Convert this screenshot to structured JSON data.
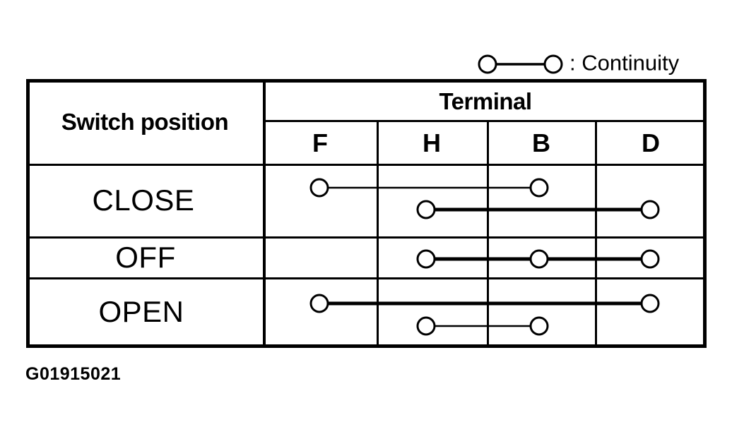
{
  "page": {
    "ink_color": "#000000",
    "paper_color": "#ffffff"
  },
  "legend": {
    "symbol": "circle-line-circle",
    "label": ": Continuity"
  },
  "table": {
    "row_header": "Switch position",
    "column_group_header": "Terminal",
    "terminals": [
      "F",
      "H",
      "B",
      "D"
    ],
    "rows": [
      {
        "label": "CLOSE",
        "connections": [
          {
            "terminals": [
              "F",
              "B"
            ],
            "weight": "thin"
          },
          {
            "terminals": [
              "H",
              "D"
            ],
            "weight": "thick"
          }
        ]
      },
      {
        "label": "OFF",
        "connections": [
          {
            "terminals": [
              "H",
              "B",
              "D"
            ],
            "weight": "thick"
          }
        ]
      },
      {
        "label": "OPEN",
        "connections": [
          {
            "terminals": [
              "F",
              "D"
            ],
            "weight": "thick"
          },
          {
            "terminals": [
              "H",
              "B"
            ],
            "weight": "thin"
          }
        ]
      }
    ]
  },
  "figure_id": "G01915021"
}
